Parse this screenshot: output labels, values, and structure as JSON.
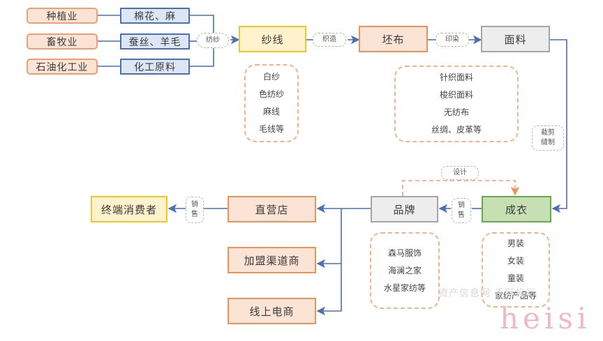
{
  "sources": [
    "种植业",
    "畜牧业",
    "石油化工业"
  ],
  "materials": [
    "棉花、麻",
    "蚕丝、羊毛",
    "化工原料"
  ],
  "process_labels": {
    "spinning": "纺纱",
    "weaving": "织造",
    "dyeing": "印染",
    "sewing": [
      "裁剪",
      "缝制"
    ],
    "design": "设计",
    "sales1": [
      "销",
      "售"
    ],
    "sales2": [
      "销",
      "售"
    ]
  },
  "main_nodes": {
    "yarn": "纱线",
    "greige": "坯布",
    "fabric": "面料",
    "garment": "成衣",
    "brand": "品牌",
    "direct_store": "直营店",
    "franchise": "加盟渠道商",
    "online": "线上电商",
    "consumer": "终端消费者"
  },
  "lists": {
    "yarn_types": [
      "白纱",
      "色纺纱",
      "麻线",
      "毛线等"
    ],
    "fabric_types": [
      "针织面料",
      "梭织面料",
      "无纺布",
      "丝绸、皮革等"
    ],
    "brands": [
      "森马服饰",
      "海澜之家",
      "水星家纺等"
    ],
    "garment_types": [
      "男装",
      "女装",
      "童装",
      "家纺产品等"
    ]
  },
  "watermarks": {
    "text1": "资产信息网 千际投行",
    "text2": "heisi"
  },
  "colors": {
    "line_blue": "#4a6fb5",
    "design_orange": "#f0a070"
  }
}
